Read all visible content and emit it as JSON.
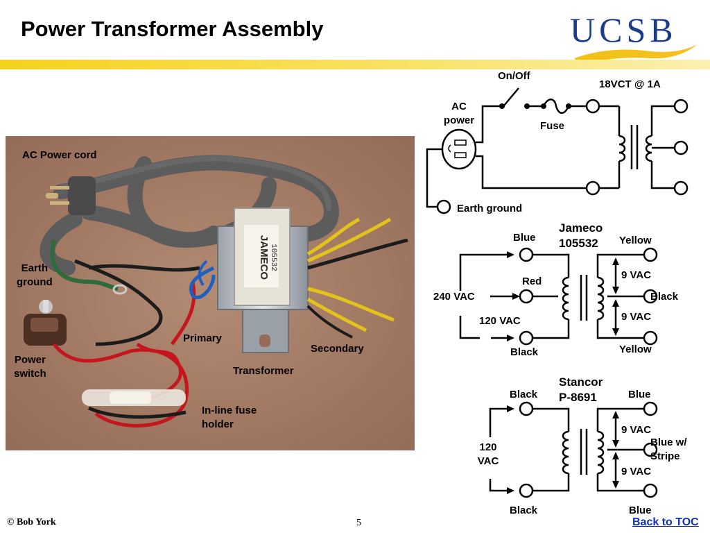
{
  "slide": {
    "title": "Power Transformer Assembly",
    "logo_text": "UCSB",
    "page_number": "5",
    "copyright": "© Bob York",
    "nav_link": "Back to TOC"
  },
  "photo_labels": {
    "ac_power_cord": "AC Power cord",
    "earth_ground": [
      "Earth",
      "ground"
    ],
    "power_switch": [
      "Power",
      "switch"
    ],
    "primary": "Primary",
    "secondary": "Secondary",
    "transformer": "Transformer",
    "fuse_holder": [
      "In-line fuse",
      "holder"
    ],
    "brand_on_part": "JAMECO",
    "part_number_on_part": "105532"
  },
  "schematic": {
    "on_off": "On/Off",
    "rating": "18VCT @ 1A",
    "ac_power": [
      "AC",
      "power"
    ],
    "fuse": "Fuse",
    "earth_ground": "Earth ground"
  },
  "jameco": {
    "title": [
      "Jameco",
      "105532"
    ],
    "blue": "Blue",
    "red": "Red",
    "black_bottom": "Black",
    "yellow_top": "Yellow",
    "black_mid": "Black",
    "yellow_bottom": "Yellow",
    "v240": "240 VAC",
    "v120": "120 VAC",
    "v9_top": "9 VAC",
    "v9_bottom": "9 VAC"
  },
  "stancor": {
    "title": [
      "Stancor",
      "P-8691"
    ],
    "black_top": "Black",
    "black_bottom": "Black",
    "blue_top": "Blue",
    "blue_stripe": [
      "Blue w/",
      "Stripe"
    ],
    "blue_bottom": "Blue",
    "v120": [
      "120",
      "VAC"
    ],
    "v9_top": "9 VAC",
    "v9_bottom": "9 VAC"
  },
  "colors": {
    "stripe": "#f5d21a",
    "logo_blue": "#1b3b8c",
    "logo_gold": "#f2c21b",
    "link": "#1030c0"
  }
}
